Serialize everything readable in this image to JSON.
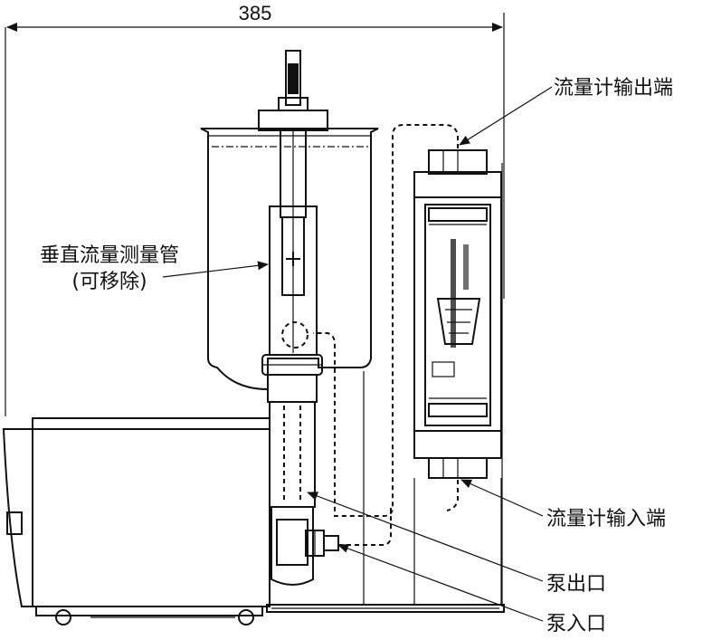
{
  "dimension": {
    "value": "385"
  },
  "labels": {
    "flowmeter_outlet": "流量计输出端",
    "vertical_tube": "垂直流量测量管",
    "vertical_tube_note": "(可移除)",
    "flowmeter_inlet": "流量计输入端",
    "pump_outlet": "泵出口",
    "pump_inlet": "泵入口"
  }
}
